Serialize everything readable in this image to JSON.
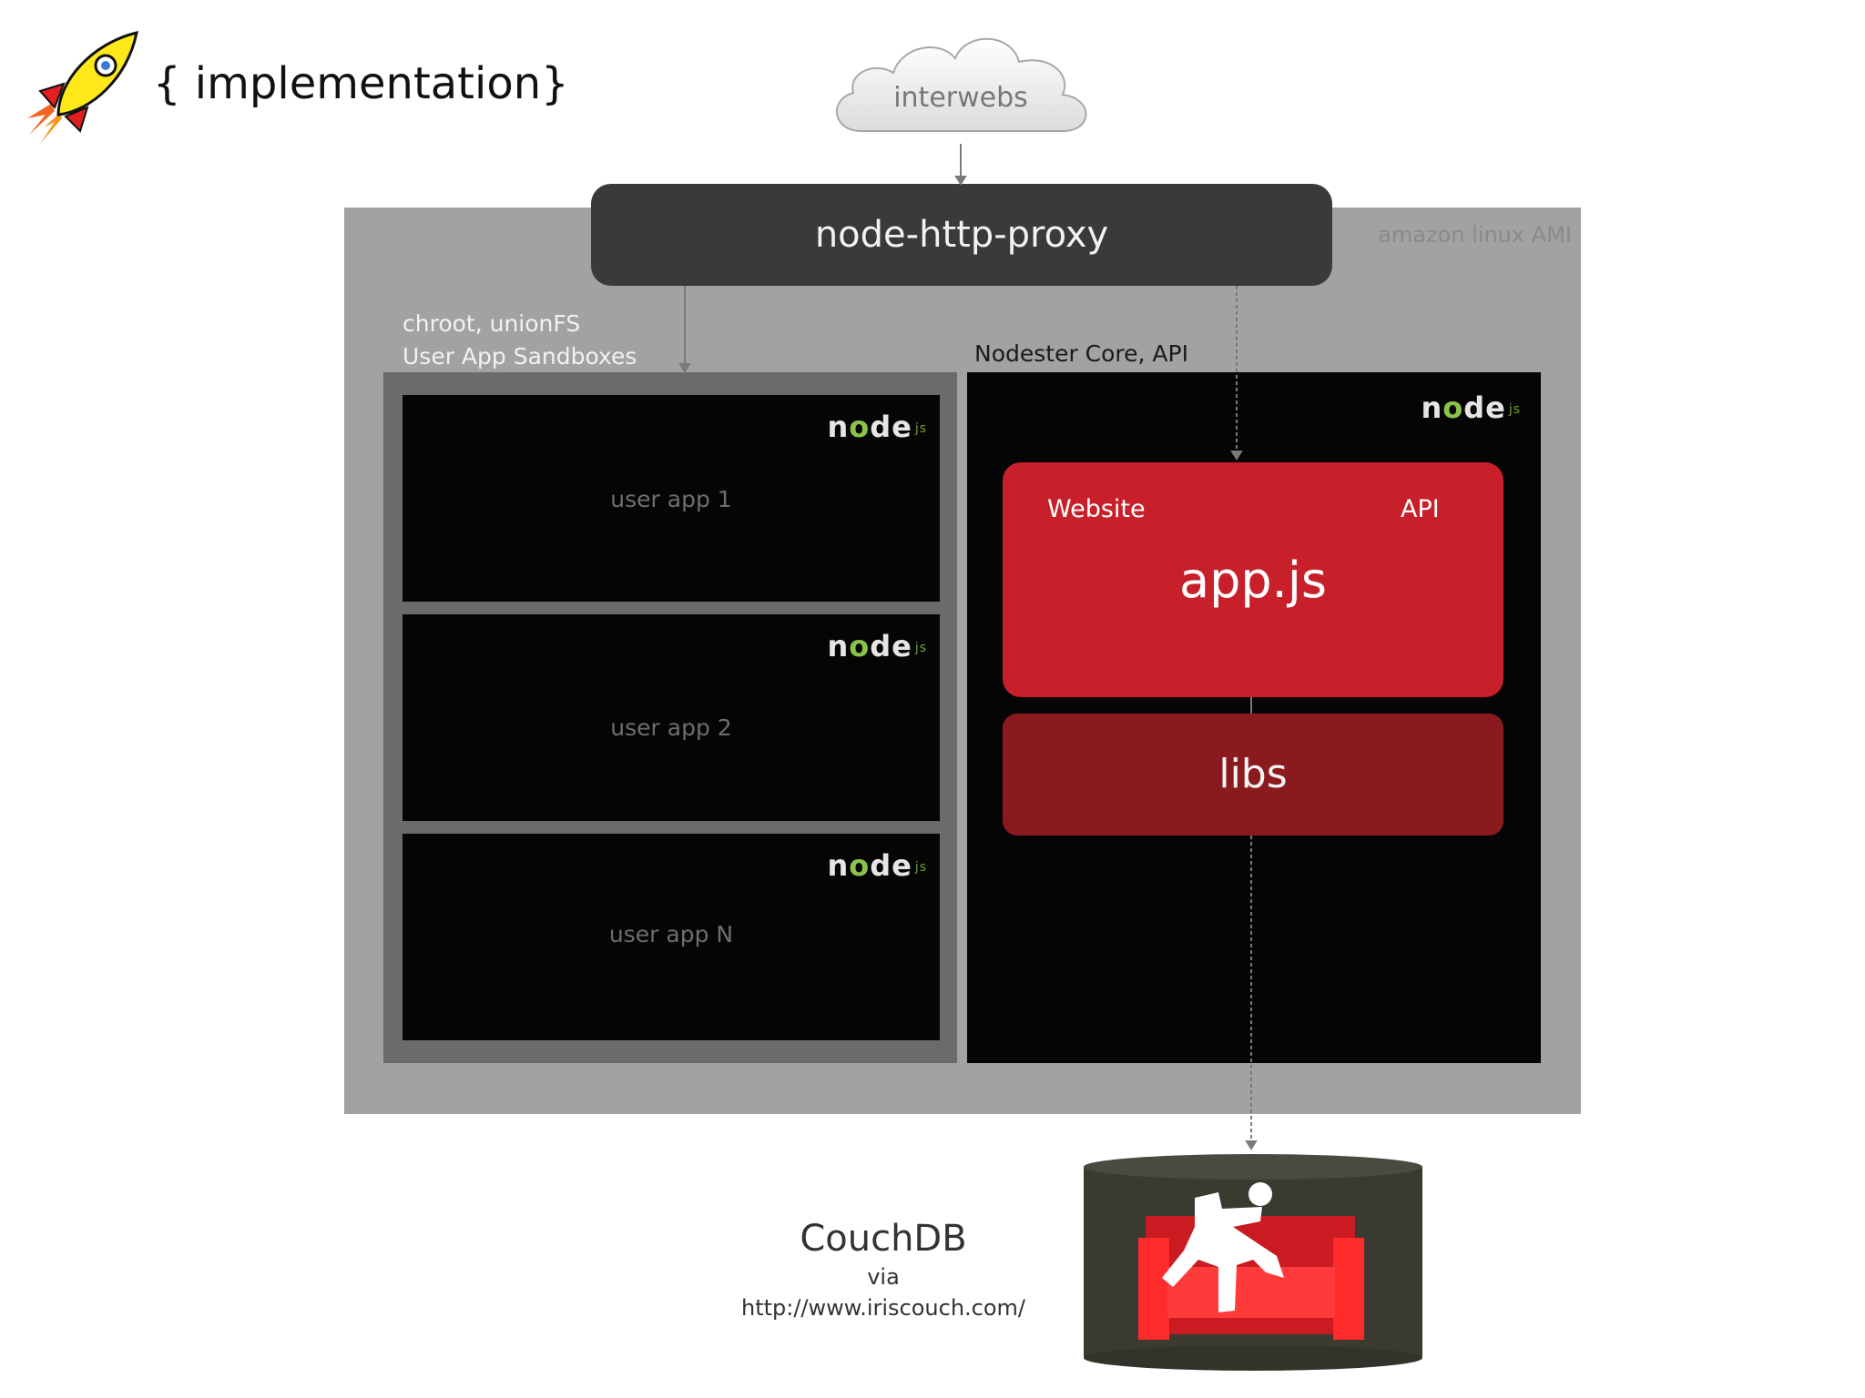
{
  "header": {
    "title": "{ implementation}"
  },
  "cloud": {
    "label": "interwebs"
  },
  "ami": {
    "label": "amazon linux AMI"
  },
  "proxy": {
    "label": "node-http-proxy"
  },
  "sandboxes": {
    "label_line1": "chroot, unionFS",
    "label_line2": "User App Sandboxes",
    "apps": [
      {
        "label": "user app 1"
      },
      {
        "label": "user app 2"
      },
      {
        "label": "user app N"
      }
    ]
  },
  "node_logo": {
    "text_n": "n",
    "text_o": "o",
    "text_de": "de",
    "text_js": "js"
  },
  "core": {
    "label": "Nodester Core, API",
    "appjs": {
      "website": "Website",
      "api": "API",
      "name": "app.js"
    },
    "libs": "libs"
  },
  "couchdb": {
    "name": "CouchDB",
    "via": "via",
    "url": "http://www.iriscouch.com/"
  },
  "colors": {
    "ami_gray": "#a2a2a2",
    "proxy_dark": "#3a3a3d",
    "app_red": "#c8202a",
    "libs_red": "#8a1a1e",
    "node_green": "#8bc34a"
  }
}
